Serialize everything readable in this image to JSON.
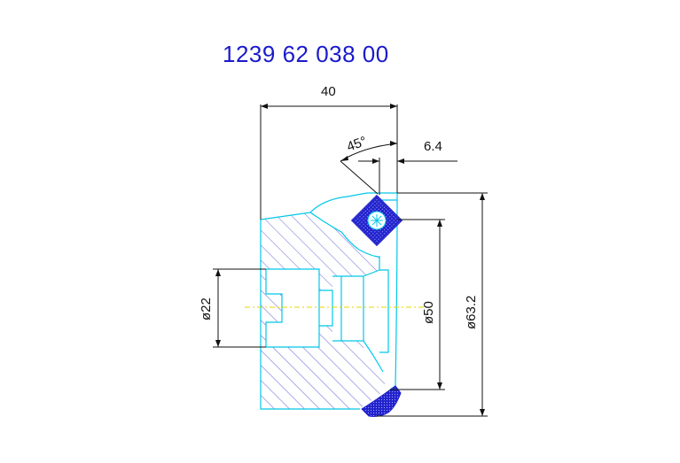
{
  "drawing": {
    "part_number": "1239 62 038 00",
    "dimensions": {
      "width": "40",
      "angle": "45°",
      "offset": "6.4",
      "bore_dia": "ø22",
      "inner_dia": "ø50",
      "outer_dia": "ø63.2"
    }
  },
  "colors": {
    "title": "#1a1acc",
    "outline": "#00c8e8",
    "hatch": "#3b3bd0",
    "insert": "#2222cc",
    "dimension": "#111111",
    "centerline": "#e6d400"
  }
}
